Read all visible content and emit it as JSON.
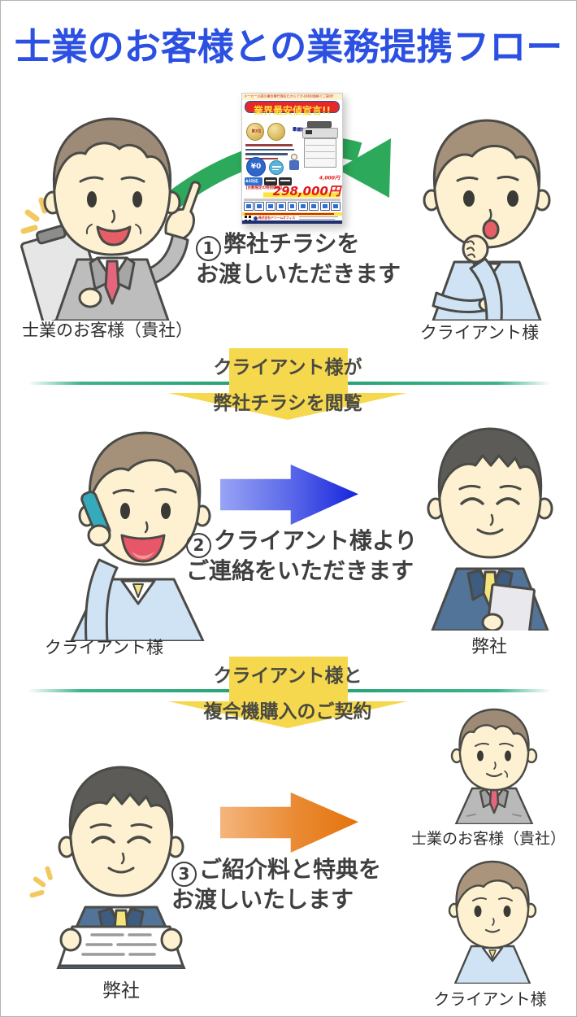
{
  "title": {
    "text": "士業のお客様との業務提携フロー"
  },
  "steps": [
    {
      "number": "1",
      "line1": "弊社チラシを",
      "line2": "お渡しいただきます",
      "left_label": "士業のお客様（貴社）",
      "right_label": "クライアント様"
    },
    {
      "number": "2",
      "line1": "クライアント様より",
      "line2": "ご連絡をいただきます",
      "left_label": "クライアント様",
      "right_label": "弊社"
    },
    {
      "number": "3",
      "line1": "ご紹介料と特典を",
      "line2": "お渡しいたします",
      "left_label": "弊社",
      "right_label_top": "士業のお客様（貴社）",
      "right_label_bottom": "クライアント様"
    }
  ],
  "banners": [
    {
      "line1": "クライアント様が",
      "line2": "弊社チラシを閲覧"
    },
    {
      "line1": "クライアント様と",
      "line2": "複合機購入のご契約"
    }
  ],
  "flyer": {
    "top_strip": "メーカー公認の複合機代理店だからできる特別価格でご提供!",
    "headline": "業界最安値宣言!!",
    "warranty_num1": "5",
    "warranty_text1": "年間無償保証",
    "warranty_plus": "＋メンテナンス込",
    "warranty_num2": "5",
    "warranty_text2": "年間無償保証",
    "rank": "第3位",
    "zero_price": "¥0",
    "a3_badge": "A3対応",
    "price_old": "4,000円",
    "price_main": "298,000円",
    "limited_label": "【台数限定の特別価格】",
    "company": "株式会社ドリームオフィス"
  },
  "colors": {
    "title_blue": "#2b50e2",
    "green_arrow": "#2ca95a",
    "green_line": "#1f9e6d",
    "yellow_banner": "#f6d84e",
    "blue_arrow_start": "#98a4f4",
    "blue_arrow_end": "#1623dc",
    "orange_arrow_start": "#f5b57d",
    "orange_arrow_end": "#e4720c",
    "text_dark": "#3f3f3f"
  }
}
